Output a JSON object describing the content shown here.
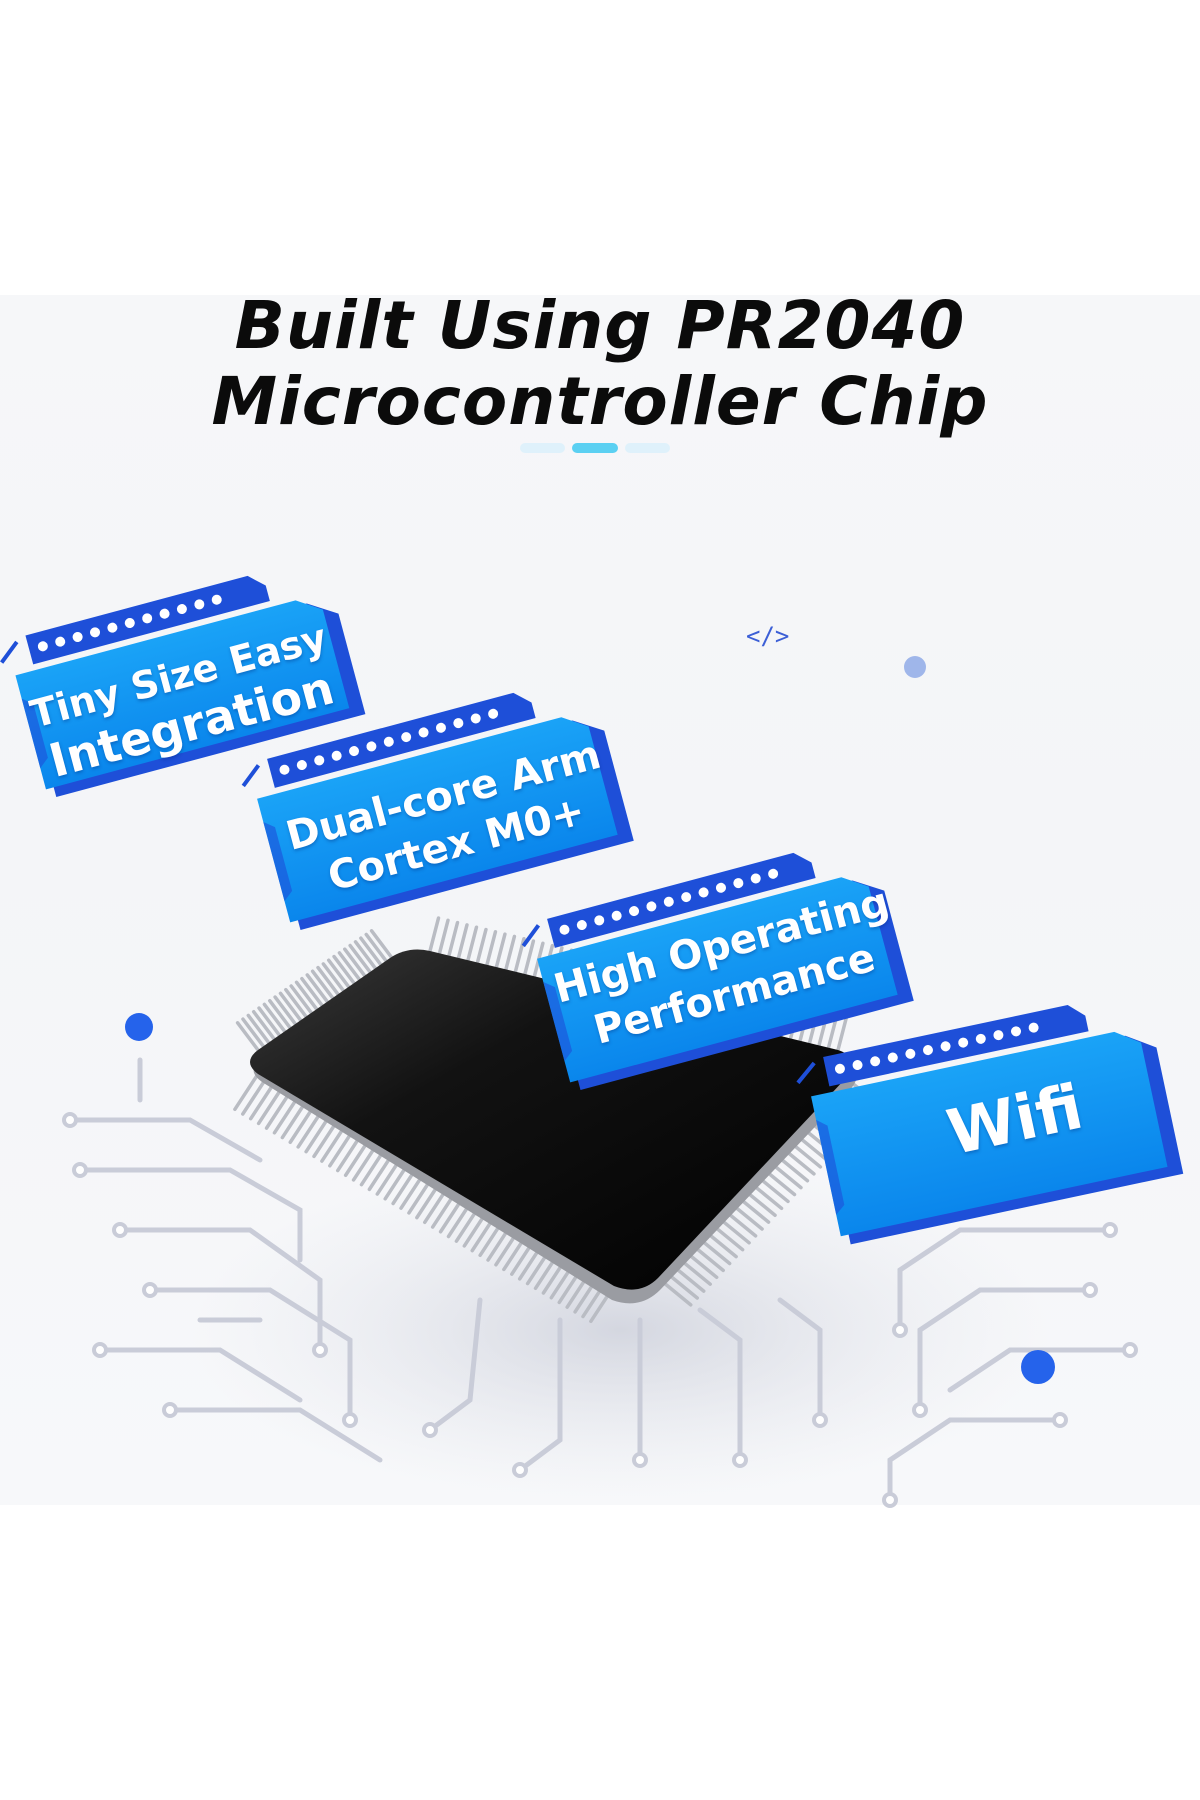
{
  "title": {
    "line1": "Built Using PR2040",
    "line2": "Microcontroller Chip"
  },
  "features": [
    {
      "label_lines": [
        "Tiny Size Easy",
        "Integration"
      ]
    },
    {
      "label_lines": [
        "Dual-core Arm",
        "Cortex M0+"
      ]
    },
    {
      "label_lines": [
        "High Operating",
        "Performance"
      ]
    },
    {
      "label_lines": [
        "Wifi"
      ]
    }
  ],
  "decor": {
    "code_icon": "</>",
    "icon_names": [
      "code-icon",
      "chip-graphic",
      "circuit-traces"
    ]
  },
  "colors": {
    "title": "#0b0b0b",
    "banner_blue": "#0a8cf0",
    "banner_dark": "#1e4fd8",
    "accent_cyan": "#5bd0f2",
    "dot_blue": "#2563eb",
    "chip_dark": "#111111",
    "trace_gray": "#c9ccd8"
  }
}
